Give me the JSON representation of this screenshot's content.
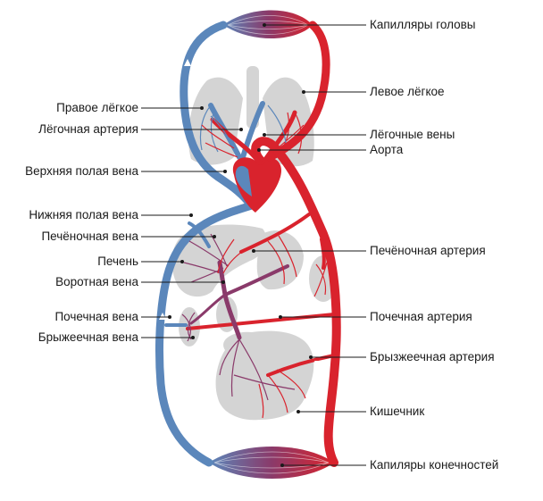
{
  "colors": {
    "artery": "#d9232d",
    "vein": "#5b87bb",
    "mixed": "#8a3a6a",
    "organ": "#d2d2d2",
    "leader": "#1a1a1a"
  },
  "labels": {
    "head_capillaries": "Капилляры головы",
    "right_lung": "Правое лёгкое",
    "left_lung": "Левое лёгкое",
    "pulmonary_artery": "Лёгочная артерия",
    "pulmonary_veins": "Лёгочные вены",
    "aorta": "Аорта",
    "superior_vena_cava": "Верхняя полая вена",
    "inferior_vena_cava": "Нижняя полая вена",
    "hepatic_vein": "Печёночная вена",
    "liver": "Печень",
    "hepatic_artery": "Печёночная артерия",
    "portal_vein": "Воротная вена",
    "renal_vein": "Почечная вена",
    "renal_artery": "Почечная артерия",
    "mesenteric_vein": "Брыжеечная вена",
    "mesenteric_artery": "Брызжеечная артерия",
    "intestine": "Кишечник",
    "limb_capillaries": "Капиляры конечностей"
  }
}
